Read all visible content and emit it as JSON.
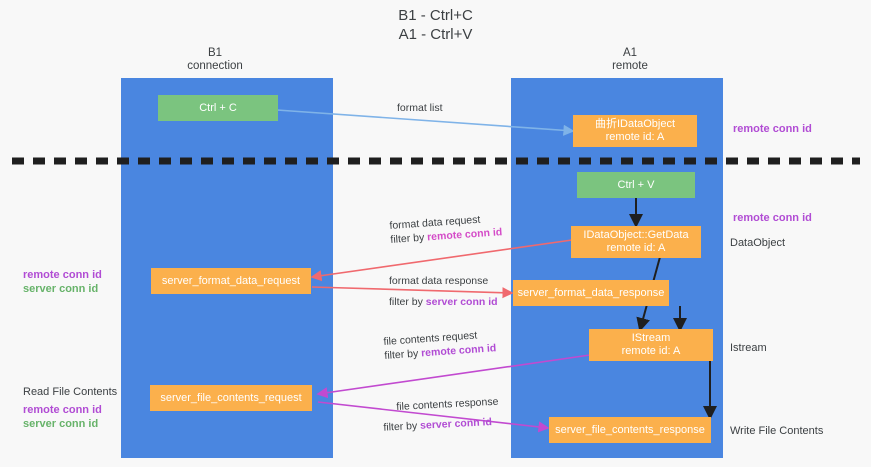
{
  "title": {
    "line1": "B1 - Ctrl+C",
    "line2": "A1 - Ctrl+V"
  },
  "columns": [
    {
      "name": "B1",
      "sub": "connection"
    },
    {
      "name": "A1",
      "sub": "remote"
    }
  ],
  "nodes": {
    "ctrl_c": {
      "label": "Ctrl + C"
    },
    "ctrl_v": {
      "label": "Ctrl + V"
    },
    "idataobject": {
      "line1": "曲折IDataObject",
      "line2": "remote id: A"
    },
    "getdata": {
      "line1": "IDataObject::GetData",
      "line2": "remote id: A"
    },
    "istream_node": {
      "line1": "IStream",
      "line2": "remote id: A"
    },
    "server_format_data_request": {
      "label": "server_format_data_request"
    },
    "server_format_data_response": {
      "label": "server_format_data_response"
    },
    "server_file_contents_request": {
      "label": "server_file_contents_request"
    },
    "server_file_contents_response": {
      "label": "server_file_contents_response"
    }
  },
  "edge_labels": {
    "format_list": "format list",
    "format_data_request": "format data request",
    "format_data_request_filter_prefix": "filter by ",
    "format_data_request_filter_key": "remote conn id",
    "format_data_response": "format data response",
    "format_data_response_filter_prefix": "filter by ",
    "format_data_response_filter_key": "server conn id",
    "file_contents_request": "file contents request",
    "file_contents_request_filter_prefix": "filter by ",
    "file_contents_request_filter_key": "remote conn id",
    "file_contents_response": "file contents response",
    "file_contents_response_filter_prefix": "filter by ",
    "file_contents_response_filter_key": "server conn id"
  },
  "right_labels": {
    "remote_conn_id_top": "remote conn id",
    "remote_conn_id_mid": "remote conn id",
    "dataobject": "DataObject",
    "istream": "Istream",
    "write_file_contents": "Write File Contents"
  },
  "left_labels": {
    "remote_conn_id": "remote conn id",
    "server_conn_id": "server conn id",
    "read_file_contents": "Read File Contents",
    "remote_conn_id_2": "remote conn id",
    "server_conn_id_2": "server conn id"
  },
  "colors": {
    "lane": "#4a86e0",
    "green_node": "#7bc47f",
    "orange_node": "#fbb04c",
    "purple": "#b14cd4",
    "green_text": "#67b36a",
    "arrow_blue": "#7fb3e8",
    "arrow_red": "#f0696e",
    "arrow_magenta": "#c24ad0",
    "arrow_black": "#1f1f1f",
    "background": "#f8f8f8"
  }
}
